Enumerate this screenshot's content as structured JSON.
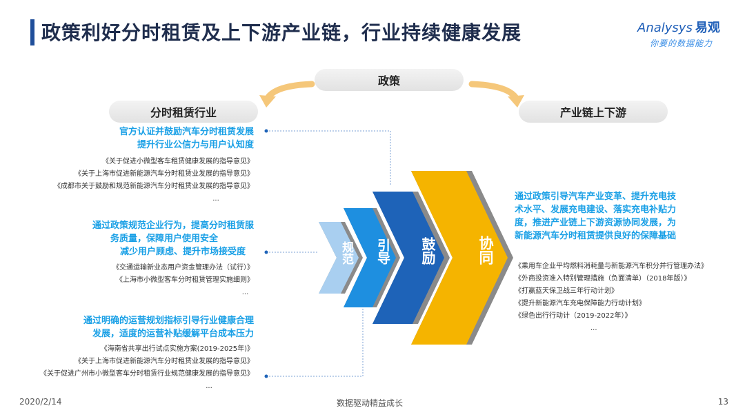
{
  "title": "政策利好分时租赁及上下游产业链，行业持续健康发展",
  "logo": {
    "brand": "nalysys",
    "brand_initial": "A",
    "brand_cn": "易观",
    "tagline": "你要的数据能力"
  },
  "center": {
    "policy": "政策",
    "left_label": "分时租赁行业",
    "right_label": "产业链上下游"
  },
  "chevrons": [
    "规范",
    "引导",
    "鼓励",
    "协同"
  ],
  "left_blocks": [
    {
      "headline": [
        "官方认证并鼓励汽车分时租赁发展",
        "提升行业公信力与用户认知度"
      ],
      "docs": [
        "《关于促进小微型客车租赁健康发展的指导意见》",
        "《关于上海市促进新能源汽车分时租赁业发展的指导意见》",
        "《成都市关于鼓励和规范新能源汽车分时租赁业发展的指导意见》",
        "..."
      ]
    },
    {
      "headline": [
        "通过政策规范企业行为，提高分时租赁服",
        "务质量，保障用户使用安全",
        "减少用户顾虑、提升市场接受度"
      ],
      "docs": [
        "《交通运输新业态用户资金管理办法（试行）》",
        "《上海市小微型客车分时租赁管理实施细则》",
        "..."
      ]
    },
    {
      "headline": [
        "通过明确的运营规划指标引导行业健康合理",
        "发展，适度的运营补贴缓解平台成本压力"
      ],
      "docs": [
        "《海南省共享出行试点实施方案(2019-2025年)》",
        "《关于上海市促进新能源汽车分时租赁业发展的指导意见》",
        "《关于促进广州市小微型客车分时租赁行业规范健康发展的指导意见》",
        "..."
      ]
    }
  ],
  "right_block": {
    "headline": [
      "通过政策引导汽车产业变革、提升充电技",
      "术水平、发展充电建设、落实充电补贴力",
      "度，推进产业链上下游资源协同发展，为",
      "新能源汽车分时租赁提供良好的保障基础"
    ],
    "docs": [
      "《乘用车企业平均燃料消耗量与新能源汽车积分并行管理办法》",
      "《外商投资准入特别管理措施（负面清单）（2018年版）》",
      "《打赢蓝天保卫战三年行动计划》",
      "《提升新能源汽车充电保障能力行动计划》",
      "《绿色出行行动计（2019-2022年）》",
      "..."
    ]
  },
  "footer": {
    "date": "2020/2/14",
    "slogan": "数据驱动精益成长",
    "page": "13"
  },
  "colors": {
    "chev1": "#a9cff0",
    "chev2": "#1e8fe0",
    "chev3": "#1e63b8",
    "chev4": "#f5b400",
    "accent": "#1aa0e6",
    "arrow": "#f5c77a"
  }
}
